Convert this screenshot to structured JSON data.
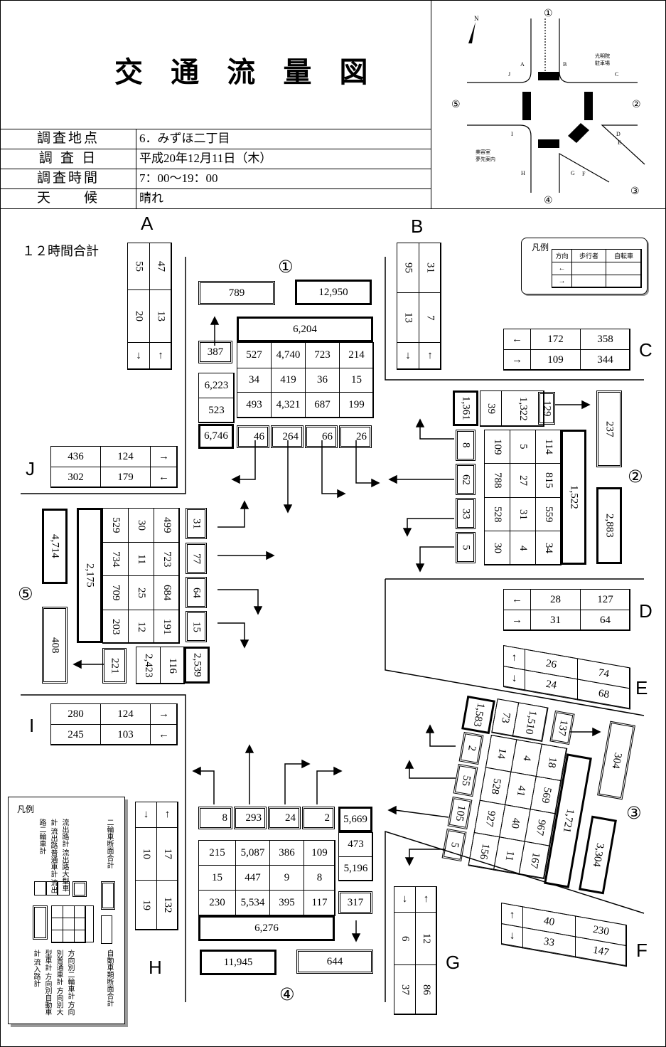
{
  "title": "交 通 流 量 図",
  "info": {
    "location_label": "調査地点",
    "location": "6．みずほ二丁目",
    "date_label": "調 査 日",
    "date": "平成20年12月11日（木）",
    "time_label": "調査時間",
    "time": "7：00～19：00",
    "weather_label": "天　　候",
    "weather": "晴れ"
  },
  "total_label": "１２時間合計",
  "map": {
    "north": "N",
    "store1": "光明院",
    "store1b": "駐車場",
    "store2": "美容室",
    "store2b": "夢先案内"
  },
  "legend_small": {
    "title": "凡例",
    "col1": "方向",
    "col2": "歩行者",
    "col3": "自転車",
    "row1": "←",
    "row2": "→"
  },
  "legend_large": {
    "title": "凡例",
    "labels": [
      "流出路計",
      "流出路大型車計",
      "流出路普通車計",
      "流出路二輪車計",
      "二輪車断面合計"
    ],
    "labels2": [
      "方向別二輪車計",
      "方向別普通車計",
      "方向別大型車計",
      "方向別自動車計",
      "流入路計",
      "自動車類断面合計"
    ]
  },
  "crosswalks": {
    "A": {
      "label": "A",
      "ped_down": "55",
      "ped_up": "47",
      "bike_down": "20",
      "bike_up": "13",
      "arr1": "↓",
      "arr2": "↑"
    },
    "B": {
      "label": "B",
      "ped_down": "95",
      "ped_up": "31",
      "bike_down": "13",
      "bike_up": "7",
      "arr1": "↓",
      "arr2": "↑"
    },
    "C": {
      "label": "C",
      "left_ped": "172",
      "left_bike": "358",
      "right_ped": "109",
      "right_bike": "344",
      "arr1": "←",
      "arr2": "→"
    },
    "J": {
      "label": "J",
      "right_ped": "436",
      "right_bike": "124",
      "left_ped": "302",
      "left_bike": "179",
      "arr1": "→",
      "arr2": "←"
    },
    "D": {
      "label": "D",
      "left_ped": "28",
      "left_bike": "127",
      "right_ped": "31",
      "right_bike": "64",
      "arr1": "←",
      "arr2": "→"
    },
    "E": {
      "label": "E",
      "a": "26",
      "b": "74",
      "c": "24",
      "d": "68",
      "arr1": "↑",
      "arr2": "↓"
    },
    "I": {
      "label": "I",
      "right_ped": "280",
      "right_bike": "124",
      "left_ped": "245",
      "left_bike": "103",
      "arr1": "→",
      "arr2": "←"
    },
    "H": {
      "label": "H",
      "a": "10",
      "b": "17",
      "c": "19",
      "d": "132",
      "arr1": "↓",
      "arr2": "↑"
    },
    "G": {
      "label": "G",
      "a": "6",
      "b": "12",
      "c": "37",
      "d": "86",
      "arr1": "↓",
      "arr2": "↑"
    },
    "F": {
      "label": "F",
      "a": "40",
      "b": "230",
      "c": "33",
      "d": "147",
      "arr1": "↑",
      "arr2": "↓"
    }
  },
  "n1": {
    "label": "①",
    "out_moto": "387",
    "out_total": "789",
    "section": "12,950",
    "in_total": "6,204",
    "row1": [
      "527",
      "4,740",
      "723",
      "214"
    ],
    "row2": [
      "34",
      "419",
      "36",
      "15"
    ],
    "row3": [
      "493",
      "4,321",
      "687",
      "199"
    ],
    "moto": [
      "46",
      "264",
      "66",
      "26"
    ],
    "side1": "6,223",
    "side2": "523",
    "side3": "6,746"
  },
  "n2": {
    "label": "②",
    "top1": "1,361",
    "top2": "39",
    "top3": "1,322",
    "moto_top": "129",
    "out_total": "237",
    "in_total": "1,522",
    "section": "2,883",
    "col1": [
      "109",
      "788",
      "528",
      "30"
    ],
    "col2": [
      "5",
      "27",
      "31",
      "4"
    ],
    "col3": [
      "114",
      "815",
      "559",
      "34"
    ],
    "moto": [
      "8",
      "62",
      "33",
      "5"
    ]
  },
  "n5": {
    "label": "⑤",
    "section": "4,714",
    "in_total": "2,175",
    "out_total": "408",
    "out_moto": "221",
    "row1": [
      "529",
      "30",
      "499"
    ],
    "row2": [
      "734",
      "11",
      "723"
    ],
    "row3": [
      "709",
      "25",
      "684"
    ],
    "row4": [
      "203",
      "12",
      "191"
    ],
    "moto": [
      "31",
      "77",
      "64",
      "15"
    ],
    "bot1": "2,423",
    "bot2": "116",
    "bot3": "2,539"
  },
  "n3": {
    "label": "③",
    "top1": "1,583",
    "top2": "73",
    "top3": "1,510",
    "moto_top": "137",
    "out_total": "304",
    "in_total": "1,721",
    "section": "3,304",
    "col1": [
      "14",
      "528",
      "927",
      "156"
    ],
    "col2": [
      "4",
      "41",
      "40",
      "11"
    ],
    "col3": [
      "18",
      "569",
      "967",
      "167"
    ],
    "moto": [
      "2",
      "55",
      "105",
      "5"
    ]
  },
  "n4": {
    "label": "④",
    "moto": [
      "8",
      "293",
      "24",
      "2"
    ],
    "side1": "5,669",
    "side2": "473",
    "side3": "5,196",
    "out_moto": "317",
    "row1": [
      "215",
      "5,087",
      "386",
      "109"
    ],
    "row2": [
      "15",
      "447",
      "9",
      "8"
    ],
    "row3": [
      "230",
      "5,534",
      "395",
      "117"
    ],
    "in_total": "6,276",
    "section": "11,945",
    "out_total": "644"
  }
}
